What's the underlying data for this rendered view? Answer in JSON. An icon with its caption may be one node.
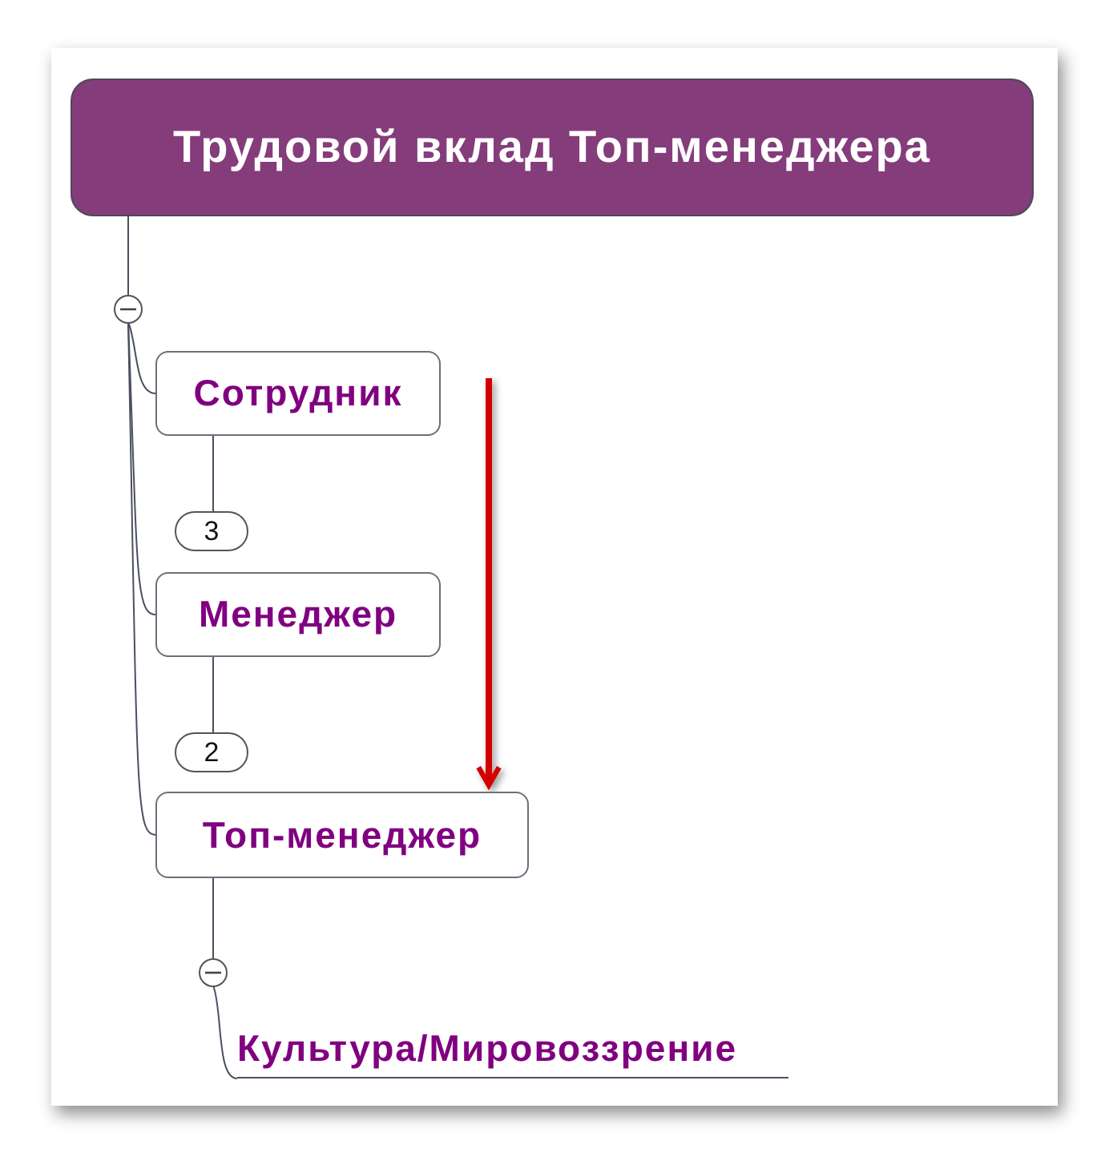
{
  "diagram": {
    "nodes": [
      {
        "text": [
          "Трудовой вклад Топ-менеджера"
        ]
      },
      {
        "text": [
          "Сотрудник"
        ]
      },
      {
        "text": [
          "3"
        ]
      },
      {
        "text": [
          "Менеджер"
        ]
      },
      {
        "text": [
          "2"
        ]
      },
      {
        "text": [
          "Топ-менеджер"
        ]
      },
      {
        "text": [
          "Культура/Мировоззрение"
        ]
      }
    ],
    "edges": [
      {
        "from": 0,
        "to": 1,
        "arrow": "none"
      },
      {
        "from": 0,
        "to": 3,
        "arrow": "none"
      },
      {
        "from": 0,
        "to": 5,
        "arrow": "none"
      },
      {
        "from": 1,
        "to": 2,
        "arrow": "none"
      },
      {
        "from": 3,
        "to": 4,
        "arrow": "none"
      },
      {
        "from": 5,
        "to": 6,
        "arrow": "none"
      },
      {
        "from": null,
        "to": 5,
        "arrow": "to",
        "style": "thick",
        "color": "#d40000"
      }
    ]
  }
}
